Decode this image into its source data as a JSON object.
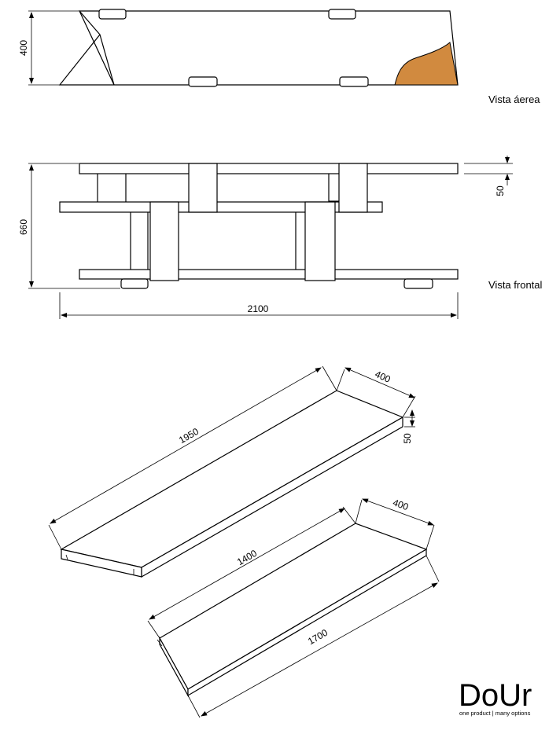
{
  "views": {
    "aerial": {
      "caption": "Vista áerea",
      "dim_height": "400"
    },
    "frontal": {
      "caption": "Vista frontal",
      "dim_height": "660",
      "dim_width": "2100",
      "dim_thickness": "50"
    }
  },
  "boards": {
    "long": {
      "length": "1950",
      "width": "400",
      "thickness": "50"
    },
    "short": {
      "length_back": "1400",
      "width": "400",
      "length_front": "1700"
    }
  },
  "brand": {
    "name": "DoUr",
    "tagline": "one product | many options"
  },
  "colors": {
    "wood": "#d18a3f",
    "line": "#000000"
  }
}
